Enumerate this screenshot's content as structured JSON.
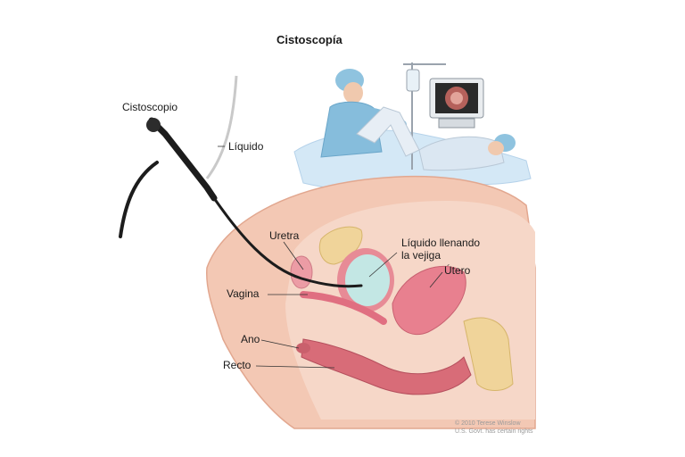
{
  "title": "Cistoscopía",
  "labels": {
    "cystoscope": "Cistoscopio",
    "fluid": "Líquido",
    "urethra": "Uretra",
    "fluid_filling_bladder_line1": "Líquido llenando",
    "fluid_filling_bladder_line2": "la vejiga",
    "uterus": "Útero",
    "vagina": "Vagina",
    "anus": "Ano",
    "rectum": "Recto"
  },
  "credit": {
    "line1": "© 2010 Terese Winslow",
    "line2": "U.S. Govt. has certain rights"
  },
  "colors": {
    "skin": "#f1c4b0",
    "skin_shadow": "#e3a58d",
    "tissue_pink": "#e98a97",
    "bladder_fluid": "#bfe6e3",
    "bone": "#f0d49a",
    "drape": "#cfe4f4",
    "scrubs": "#8fc3df",
    "scope": "#1c1c1c"
  }
}
